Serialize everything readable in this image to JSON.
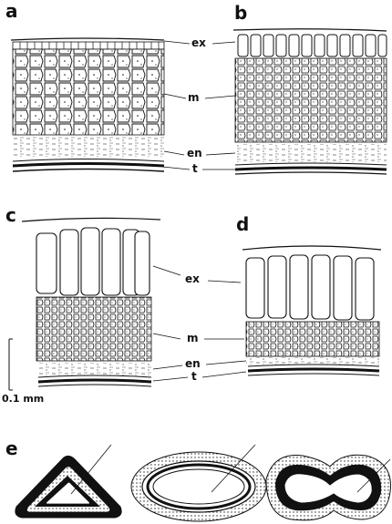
{
  "panels": {
    "a": "a",
    "b": "b",
    "c": "c",
    "d": "d",
    "e": "e"
  },
  "layers": {
    "exotesta": "ex",
    "mesotesta": "m",
    "endotesta": "en",
    "tegmen": "t"
  },
  "scale_bar_label": "0.1 mm"
}
